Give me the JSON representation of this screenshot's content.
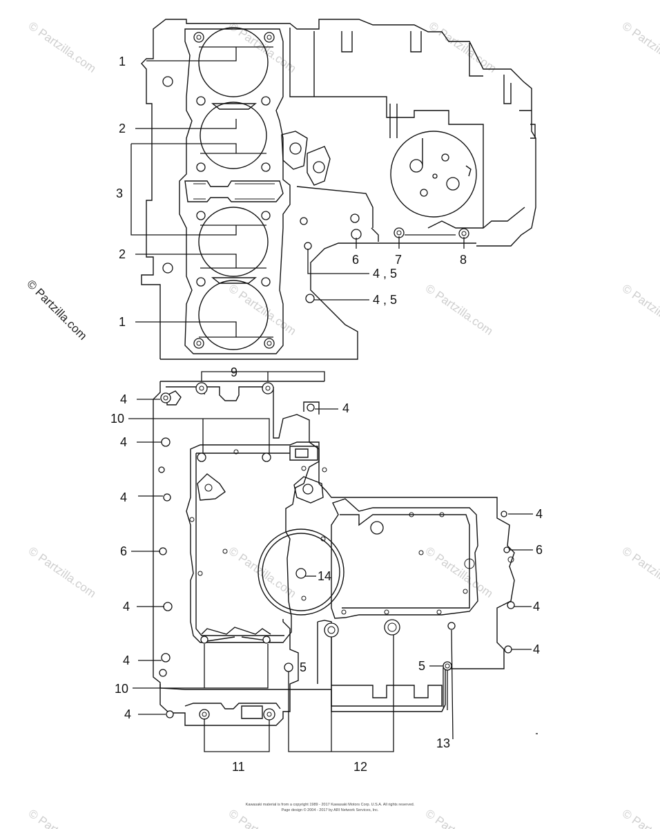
{
  "watermark": {
    "side_text": "© Partzilla.com",
    "tile_text": "© Partzilla.com"
  },
  "callouts": {
    "upper": {
      "c1_top": "1",
      "c2_top": "2",
      "c3": "3",
      "c2_bottom": "2",
      "c1_bottom": "1",
      "c6": "6",
      "c7": "7",
      "c8": "8",
      "c45_a": "4 , 5",
      "c45_b": "4 , 5"
    },
    "lower": {
      "c9": "9",
      "c4_a": "4",
      "c4_b": "4",
      "c10_top": "10",
      "c4_c": "4",
      "c4_d": "4",
      "c6_left": "6",
      "c4_e": "4",
      "c4_f": "4",
      "c10_bottom": "10",
      "c4_g": "4",
      "c14": "14",
      "c4_right_a": "4",
      "c6_right": "6",
      "c4_right_b": "4",
      "c4_right_c": "4",
      "c5_mid": "5",
      "c5_right": "5",
      "c11": "11",
      "c12": "12",
      "c13": "13"
    }
  },
  "copyright": {
    "line1": "Kawasaki material is from a copyright 1989 - 2017 Kawasaki Motors Corp. U.S.A. All rights reserved.",
    "line2": "Page design © 2004 - 2017 by ARI Network Services, Inc."
  },
  "colors": {
    "line": "#111111",
    "watermark": "#cfcfcf",
    "background": "#ffffff"
  }
}
